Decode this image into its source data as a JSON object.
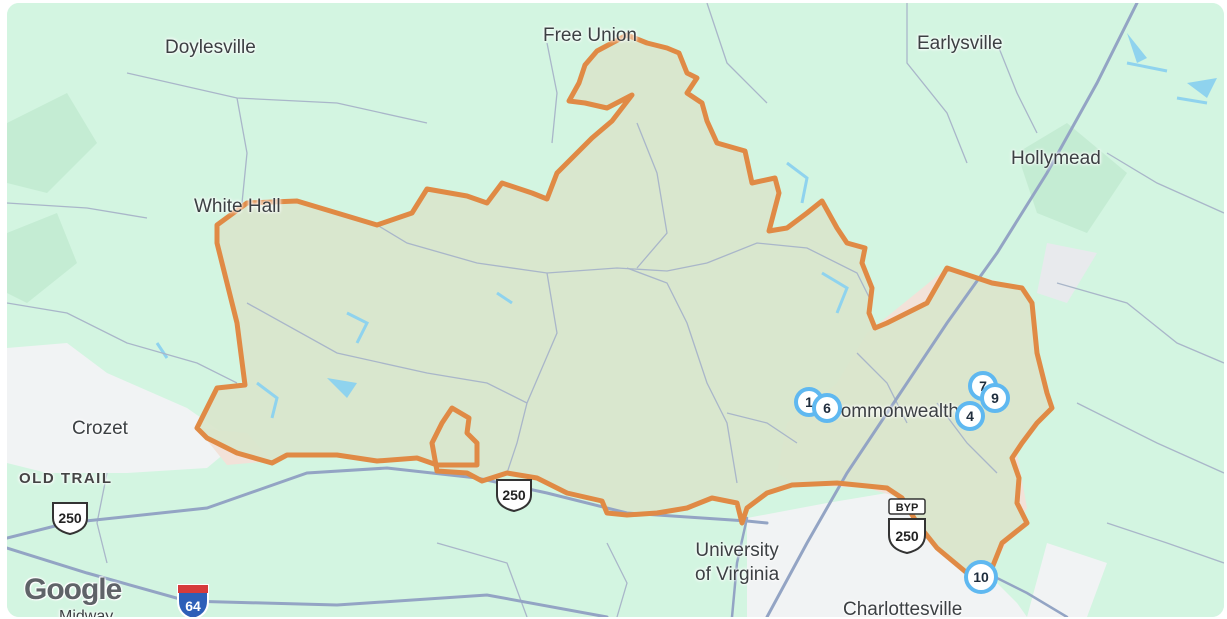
{
  "map": {
    "places": [
      {
        "key": "doylesville",
        "label": "Doylesville"
      },
      {
        "key": "free_union",
        "label": "Free Union"
      },
      {
        "key": "earlysville",
        "label": "Earlysville"
      },
      {
        "key": "hollymead",
        "label": "Hollymead"
      },
      {
        "key": "white_hall",
        "label": "White Hall"
      },
      {
        "key": "crozet",
        "label": "Crozet"
      },
      {
        "key": "old_trail",
        "label": "OLD TRAIL"
      },
      {
        "key": "commonwealth",
        "label": "Commonwealth"
      },
      {
        "key": "uva",
        "label": "University\nof Virginia"
      },
      {
        "key": "charlottesville",
        "label": "Charlottesville"
      },
      {
        "key": "midway",
        "label": "Midway"
      }
    ],
    "shields": [
      {
        "key": "us250_left",
        "text": "250",
        "type": "us"
      },
      {
        "key": "us250_center",
        "text": "250",
        "type": "us"
      },
      {
        "key": "us250_byp",
        "text": "250",
        "type": "us",
        "banner": "BYP"
      },
      {
        "key": "i64",
        "text": "64",
        "type": "interstate"
      }
    ],
    "markers": [
      {
        "label": "1"
      },
      {
        "label": "6"
      },
      {
        "label": "7"
      },
      {
        "label": "9"
      },
      {
        "label": "4"
      },
      {
        "label": "10"
      }
    ],
    "logo": "Google",
    "colors": {
      "land": "#d3f5e1",
      "boundary": "#e08a45",
      "region_fill": "#d9e6cc",
      "urban": "#f2e2d9",
      "road": "#a9b6c9",
      "highway": "#93a4c4",
      "water": "#8fd3ee"
    }
  }
}
